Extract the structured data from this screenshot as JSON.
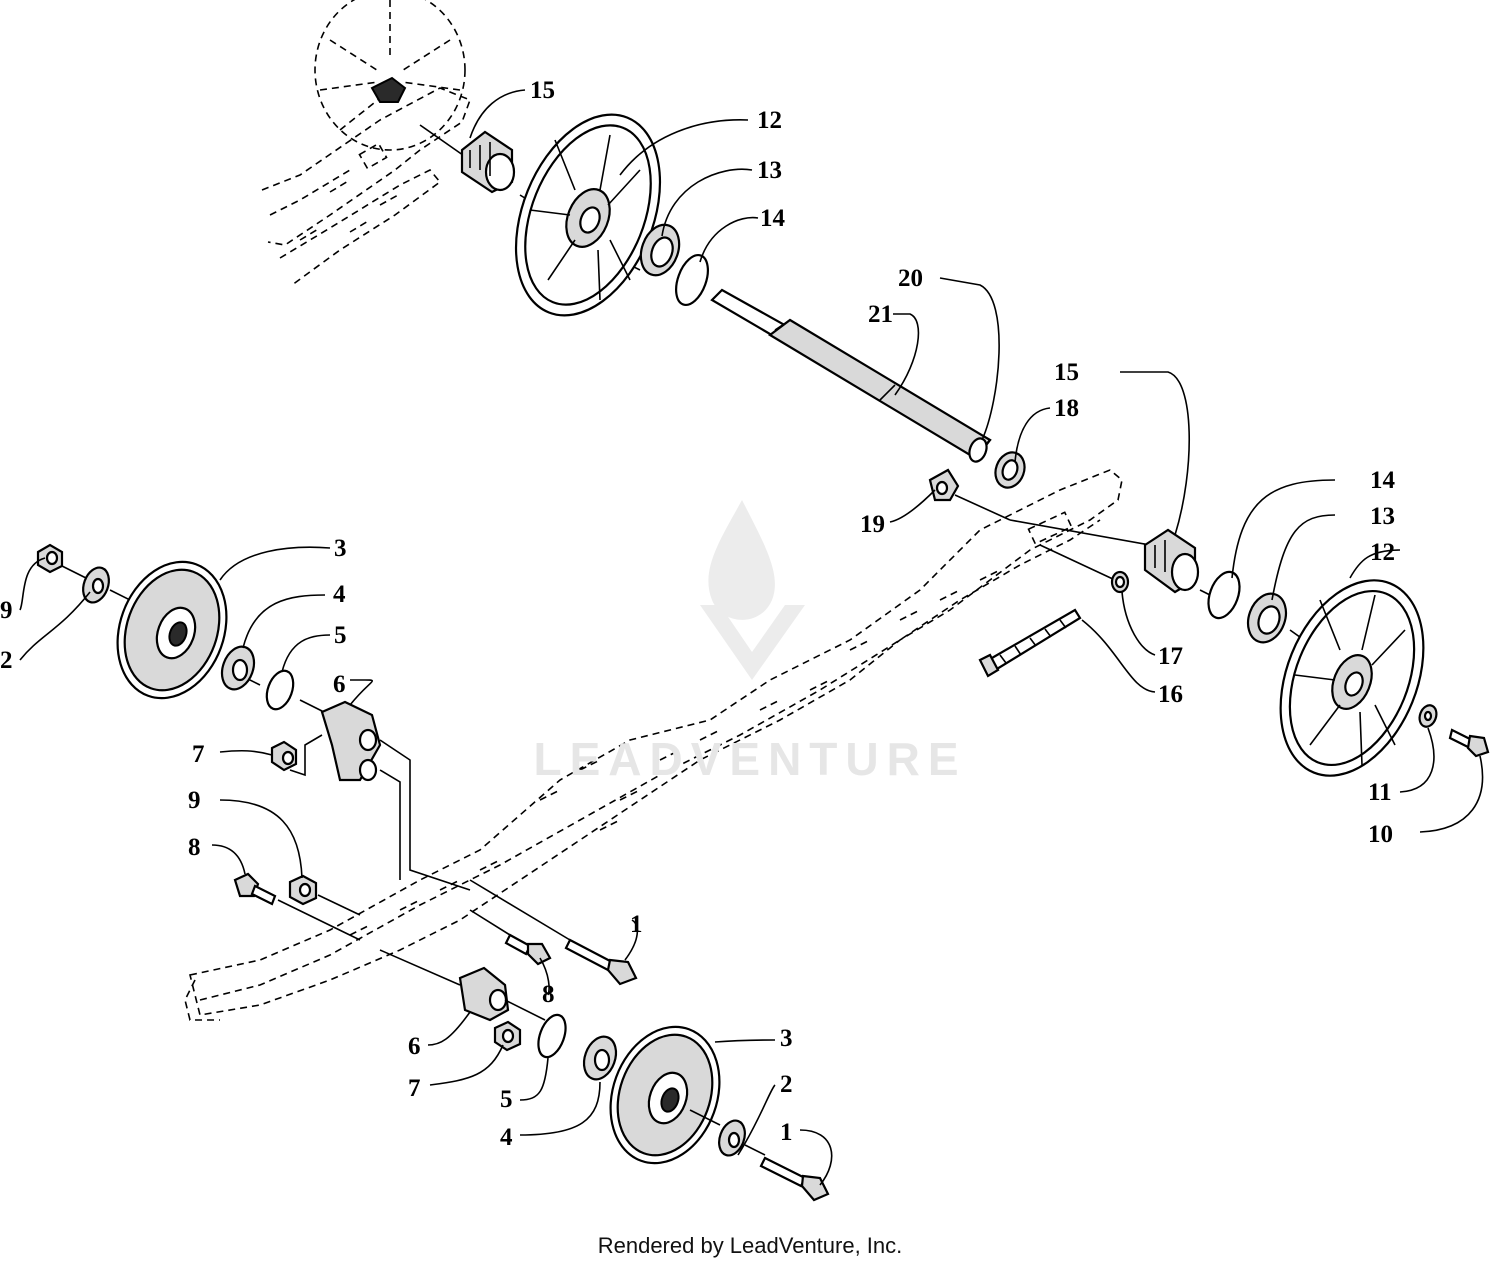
{
  "footer": "Rendered by LeadVenture, Inc.",
  "watermark": "LEADVENTURE",
  "callouts": [
    "1",
    "1",
    "2",
    "2",
    "3",
    "3",
    "4",
    "4",
    "5",
    "5",
    "6",
    "6",
    "7",
    "7",
    "8",
    "8",
    "9",
    "9",
    "10",
    "11",
    "12",
    "12",
    "13",
    "13",
    "14",
    "14",
    "15",
    "15",
    "16",
    "17",
    "18",
    "19",
    "20",
    "21"
  ]
}
